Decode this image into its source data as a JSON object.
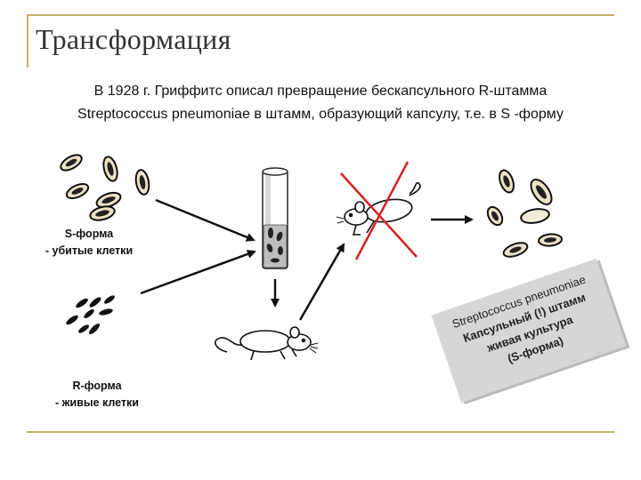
{
  "slide": {
    "title": "Трансформация",
    "intro_line1": "В 1928 г. Гриффитс описал превращение бескапсульного R-штамма",
    "intro_line2": "Streptococcus pneumoniae в штамм, образующий капсулу, т.е. в S -форму"
  },
  "labels": {
    "s_form": "S-форма",
    "s_form_desc": "- убитые клетки",
    "r_form": "R-форма",
    "r_form_desc": "- живые клетки"
  },
  "result_note": {
    "line1": "Streptococcus pneumoniae",
    "line2": "Капсульный (!) штамм",
    "line3": "живая культура",
    "line4": "(S-форма)"
  },
  "colors": {
    "frame": "#c9b06b",
    "cross": "#d62020",
    "note_bg": "#d6d6d6"
  }
}
